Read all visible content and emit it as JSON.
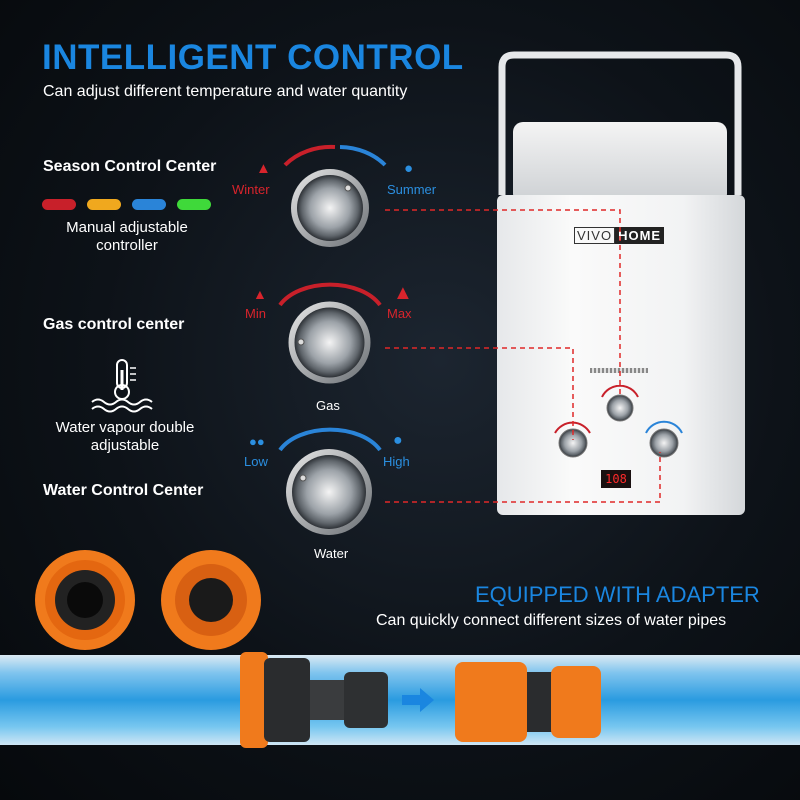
{
  "header": {
    "title": "INTELLIGENT CONTROL",
    "subtitle": "Can adjust different temperature and water quantity"
  },
  "left_panel": {
    "season_title": "Season Control Center",
    "season_desc_line1": "Manual adjustable",
    "season_desc_line2": "controller",
    "gas_title": "Gas control center",
    "vapour_line1": "Water vapour double",
    "vapour_line2": "adjustable",
    "water_title": "Water Control Center",
    "color_bars": [
      "#c8202a",
      "#f0a81e",
      "#2a84d8",
      "#3fd93a"
    ]
  },
  "knobs": {
    "season": {
      "left_label": "Winter",
      "right_label": "Summer"
    },
    "gas": {
      "left_label": "Min",
      "right_label": "Max",
      "bottom_label": "Gas"
    },
    "water": {
      "left_label": "Low",
      "right_label": "High",
      "bottom_label": "Water"
    }
  },
  "product": {
    "brand_part1": "VIVO",
    "brand_part2": "HOME",
    "display_value": "108"
  },
  "adapter": {
    "title": "EQUIPPED WITH ADAPTER",
    "subtitle": "Can quickly connect different sizes of water pipes"
  },
  "colors": {
    "accent_blue": "#1a86e0",
    "accent_red": "#d8242c",
    "orange": "#f07a1c"
  }
}
